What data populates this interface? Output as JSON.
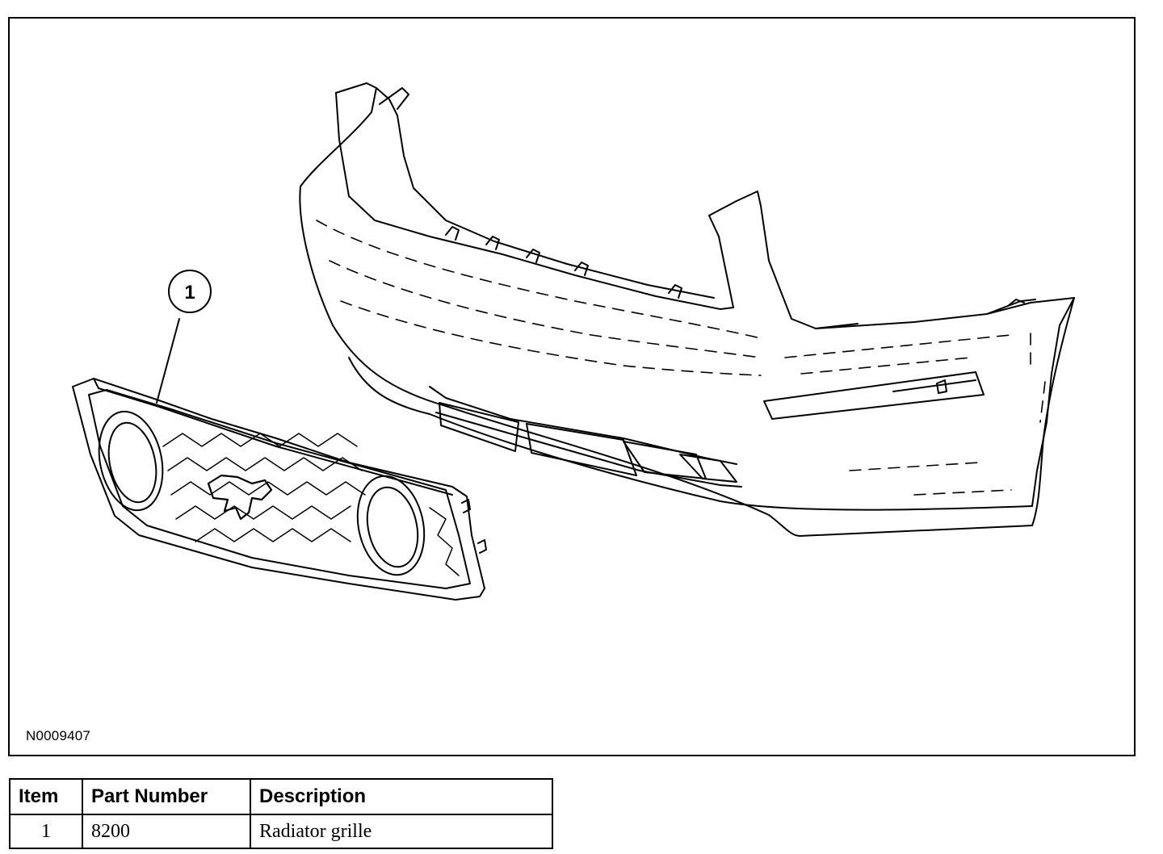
{
  "figure": {
    "id": "N0009407",
    "callouts": [
      {
        "label": "1",
        "part": "Radiator grille"
      }
    ],
    "depicts": [
      "radiator-grille",
      "front-bumper-cover"
    ]
  },
  "parts_table": {
    "headers": {
      "item": "Item",
      "part_number": "Part Number",
      "description": "Description"
    },
    "rows": [
      {
        "item": "1",
        "part_number": "8200",
        "description": "Radiator grille"
      }
    ]
  }
}
